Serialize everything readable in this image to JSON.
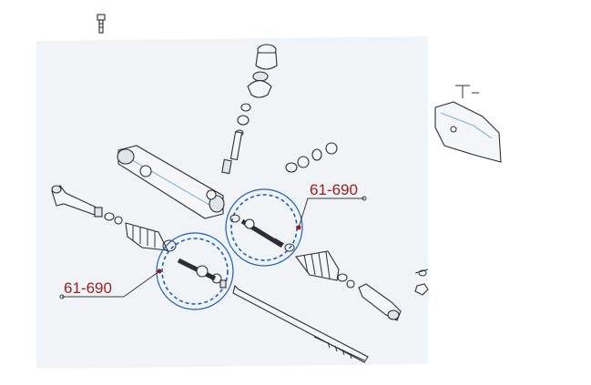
{
  "diagram": {
    "callouts": [
      {
        "id": "right",
        "label": "61-690"
      },
      {
        "id": "left",
        "label": "61-690"
      }
    ],
    "colors": {
      "callout_text": "#9b1c1c",
      "highlight_circle": "#1f5fb0",
      "line_art": "#2b2f35",
      "background_panel": "#f1f4f7"
    }
  }
}
